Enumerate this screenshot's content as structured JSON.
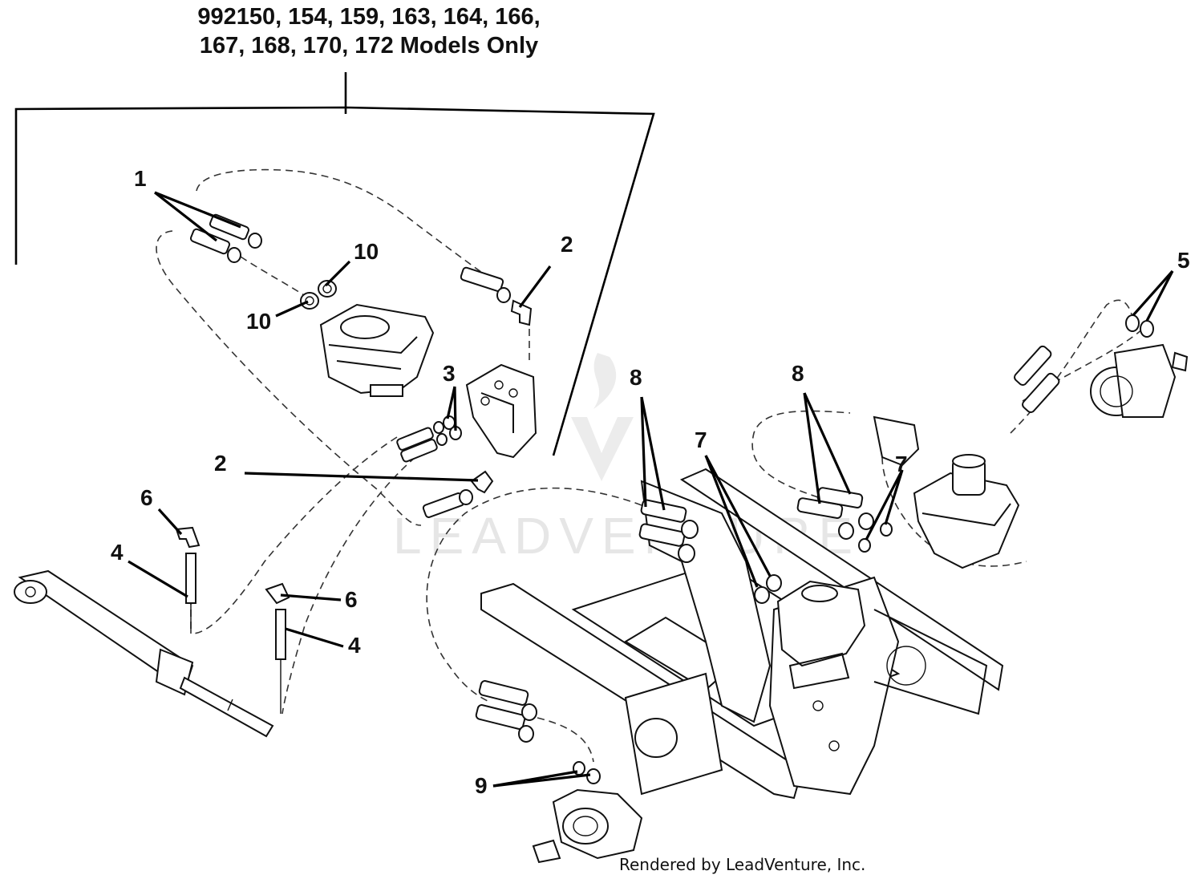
{
  "header": {
    "line1": "992150, 154, 159, 163, 164, 166,",
    "line2": "167, 168, 170, 172 Models Only"
  },
  "watermark": "LEADVENTURE",
  "footer": {
    "credit": "Rendered by LeadVenture, Inc."
  },
  "callouts": [
    {
      "id": "c1",
      "label": "1"
    },
    {
      "id": "c2a",
      "label": "2"
    },
    {
      "id": "c2b",
      "label": "2"
    },
    {
      "id": "c3",
      "label": "3"
    },
    {
      "id": "c4a",
      "label": "4"
    },
    {
      "id": "c4b",
      "label": "4"
    },
    {
      "id": "c5",
      "label": "5"
    },
    {
      "id": "c6a",
      "label": "6"
    },
    {
      "id": "c6b",
      "label": "6"
    },
    {
      "id": "c7a",
      "label": "7"
    },
    {
      "id": "c7b",
      "label": "7"
    },
    {
      "id": "c8a",
      "label": "8"
    },
    {
      "id": "c8b",
      "label": "8"
    },
    {
      "id": "c9",
      "label": "9"
    },
    {
      "id": "c10a",
      "label": "10"
    },
    {
      "id": "c10b",
      "label": "10"
    }
  ]
}
